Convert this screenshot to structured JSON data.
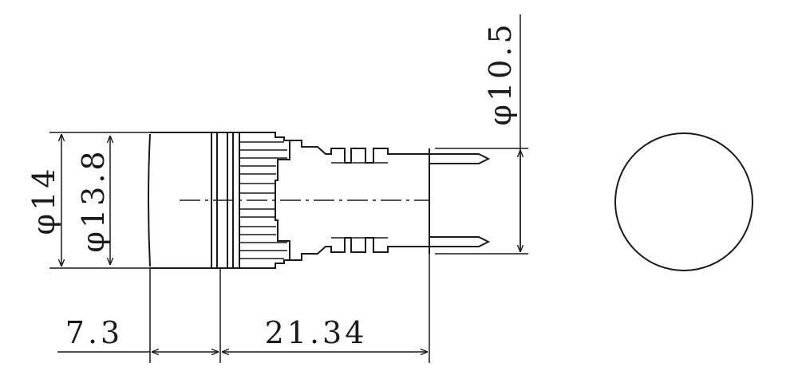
{
  "dimensions": {
    "dia_14": "φ14",
    "dia_13_8": "φ13.8",
    "dia_10_5": "φ10.5",
    "len_7_3": "7.3",
    "len_21_34": "21.34"
  }
}
